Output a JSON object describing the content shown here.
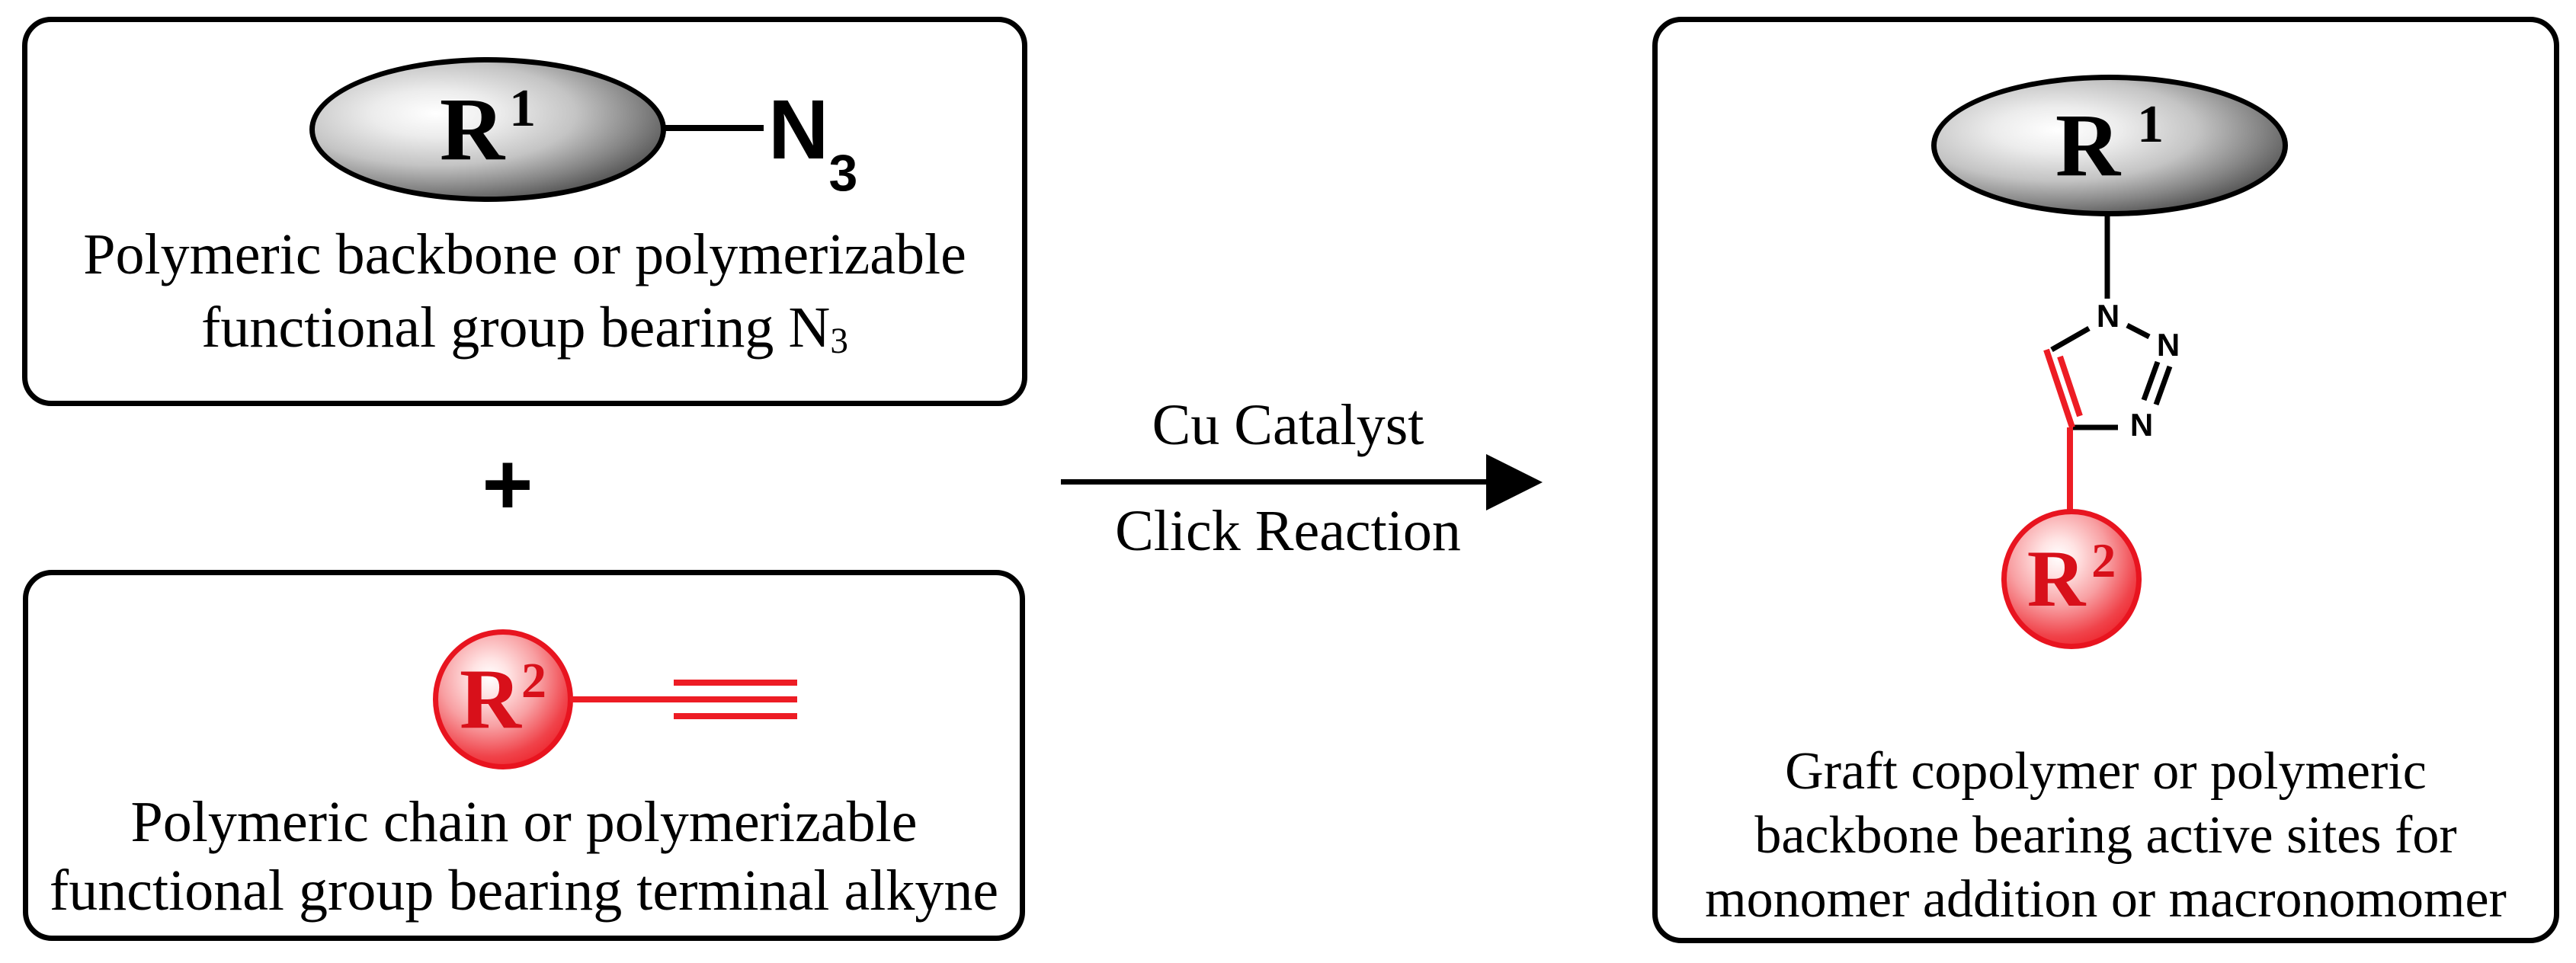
{
  "figure": {
    "background": "#ffffff",
    "colors": {
      "black": "#000000",
      "red": "#ed1c24"
    },
    "reactant_azide": {
      "sphere_label_base": "R",
      "sphere_label_sup": "1",
      "azide_label_base": "N",
      "azide_label_sub": "3",
      "caption_line1": "Polymeric backbone or polymerizable",
      "caption_line2_main": "functional group bearing N",
      "caption_line2_sub": "3"
    },
    "plus_sign": "+",
    "reactant_alkyne": {
      "sphere_label_base": "R",
      "sphere_label_sup": "2",
      "caption_line1": "Polymeric chain or polymerizable",
      "caption_line2": "functional group bearing terminal alkyne"
    },
    "arrow": {
      "label_above": "Cu Catalyst",
      "label_below": "Click Reaction"
    },
    "product": {
      "sphere1_label_base": "R",
      "sphere1_label_sup": "1",
      "sphere2_label_base": "R",
      "sphere2_label_sup": "2",
      "triazole_n1": "N",
      "triazole_n2": "N",
      "triazole_n3": "N",
      "caption_line1": "Graft copolymer or polymeric",
      "caption_line2": "backbone bearing active sites for",
      "caption_line3": "monomer addition or macronomomer"
    }
  }
}
